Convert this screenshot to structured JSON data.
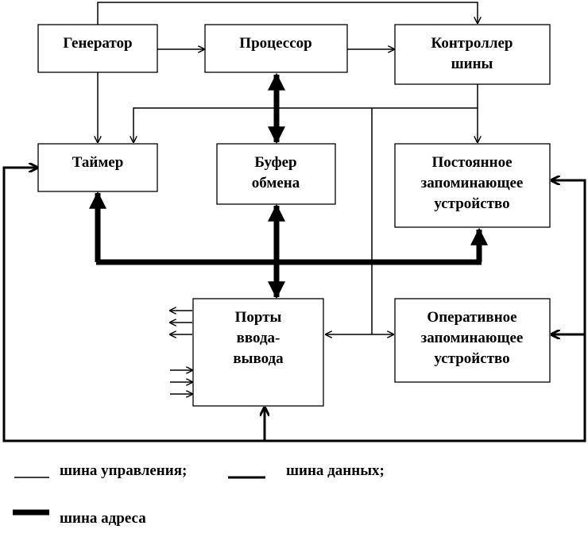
{
  "blocks": {
    "generator": {
      "lines": [
        "Генератор"
      ]
    },
    "processor": {
      "lines": [
        "Процессор"
      ]
    },
    "controller": {
      "lines": [
        "Контроллер",
        "шины"
      ]
    },
    "timer": {
      "lines": [
        "Таймер"
      ]
    },
    "buffer": {
      "lines": [
        "Буфер",
        "обмена"
      ]
    },
    "rom": {
      "lines": [
        "Постоянное",
        "запоминающее",
        "устройство"
      ]
    },
    "io_ports": {
      "lines": [
        "Порты",
        "ввода-",
        "вывода"
      ]
    },
    "ram": {
      "lines": [
        "Оперативное",
        "запоминающее",
        "устройство"
      ]
    }
  },
  "legend": {
    "control_bus": "шина управления;",
    "data_bus": "шина данных;",
    "address_bus": "шина адреса"
  }
}
